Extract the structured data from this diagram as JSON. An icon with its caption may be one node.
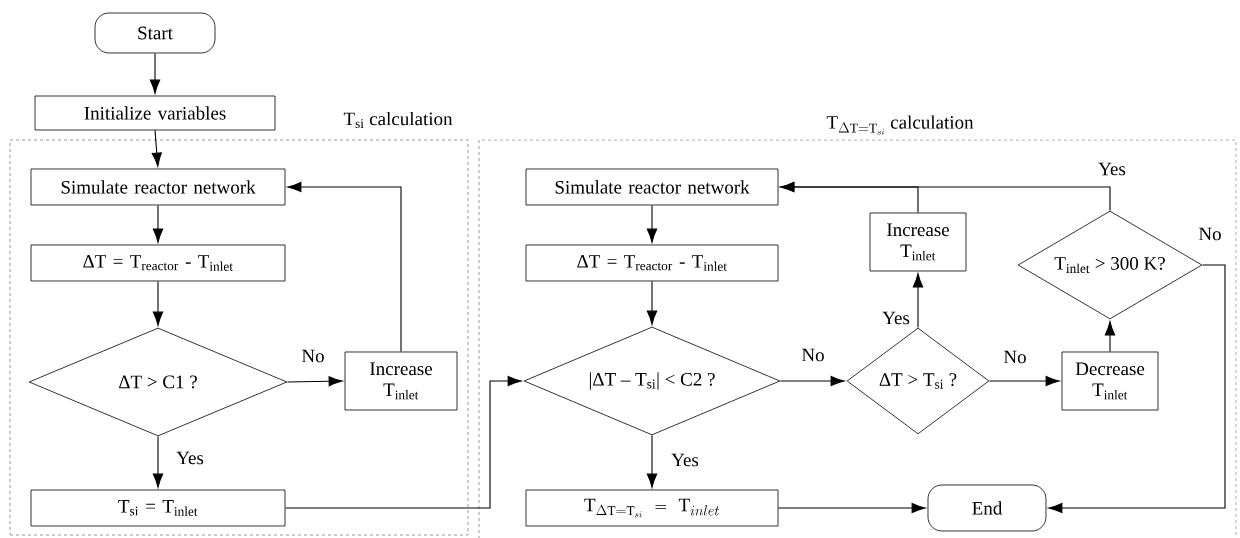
{
  "diagram": {
    "nodes": [
      {
        "text": [
          "Start"
        ]
      },
      {
        "text": [
          "Initialize variables"
        ]
      },
      {
        "text": [
          "T$_{si}$ calculation"
        ]
      },
      {
        "text": [
          "\\mathrm{T}_{\\Delta \\mathrm{T} = \\mathrm{T}_{si}}\\ \\mathrm{calculation}"
        ]
      },
      {
        "text": [
          "Simulate reactor network"
        ],
        "in": 2
      },
      {
        "text": [
          "ΔT = T$_{reactor}$ - T$_{inlet}$"
        ],
        "in": 2
      },
      {
        "text": [
          "ΔT > C1 ?"
        ],
        "in": 2
      },
      {
        "text": [
          "Increase T$_{inlet}$"
        ],
        "in": 2
      },
      {
        "text": [
          "T$_{si}$ = T$_{inlet}$"
        ],
        "in": 2
      },
      {
        "text": [
          "Simulate reactor network"
        ],
        "in": 3
      },
      {
        "text": [
          "ΔT = T$_{reactor}$ - T$_{inlet}$"
        ],
        "in": 3
      },
      {
        "text": [
          "|ΔT – T$_{si}$| < C2 ?"
        ],
        "in": 3
      },
      {
        "text": [
          "ΔT > T$_{si}$ ?"
        ],
        "in": 3
      },
      {
        "text": [
          "Increase T$_{inlet}$"
        ],
        "in": 3
      },
      {
        "text": [
          "Decrease T$_{inlet}$"
        ],
        "in": 3
      },
      {
        "text": [
          "T$_{inlet}$ > 300 K?"
        ],
        "in": 3
      },
      {
        "text": [
          "\\mathrm{T}_{\\Delta \\mathrm{T} = \\mathrm{T}_{si}} = \\mathrm{T}_{inlet}"
        ],
        "in": 3
      },
      {
        "text": [
          "End"
        ],
        "in": 3
      }
    ],
    "edges": [
      {
        "from": 0,
        "to": 1,
        "arrow": "to"
      },
      {
        "from": 1,
        "to": 4,
        "arrow": "to"
      },
      {
        "from": 4,
        "to": 5,
        "arrow": "to"
      },
      {
        "from": 5,
        "to": 6,
        "arrow": "to"
      },
      {
        "from": 6,
        "to": 7,
        "arrow": "to",
        "label": "No"
      },
      {
        "from": 7,
        "to": 4,
        "arrow": "to"
      },
      {
        "from": 6,
        "to": 8,
        "arrow": "to",
        "label": "Yes"
      },
      {
        "from": 8,
        "to": 11,
        "arrow": "to"
      },
      {
        "from": 9,
        "to": 10,
        "arrow": "to"
      },
      {
        "from": 10,
        "to": 11,
        "arrow": "to"
      },
      {
        "from": 11,
        "to": 12,
        "arrow": "to",
        "label": "No"
      },
      {
        "from": 11,
        "to": 16,
        "arrow": "to",
        "label": "Yes"
      },
      {
        "from": 12,
        "to": 13,
        "arrow": "to",
        "label": "Yes"
      },
      {
        "from": 12,
        "to": 14,
        "arrow": "to",
        "label": "No"
      },
      {
        "from": 13,
        "to": 9,
        "arrow": "to"
      },
      {
        "from": 14,
        "to": 15,
        "arrow": "to"
      },
      {
        "from": 15,
        "to": 9,
        "arrow": "to",
        "label": "Yes"
      },
      {
        "from": 15,
        "to": 17,
        "arrow": "to",
        "label": "No"
      },
      {
        "from": 16,
        "to": 17,
        "arrow": "to"
      }
    ]
  }
}
